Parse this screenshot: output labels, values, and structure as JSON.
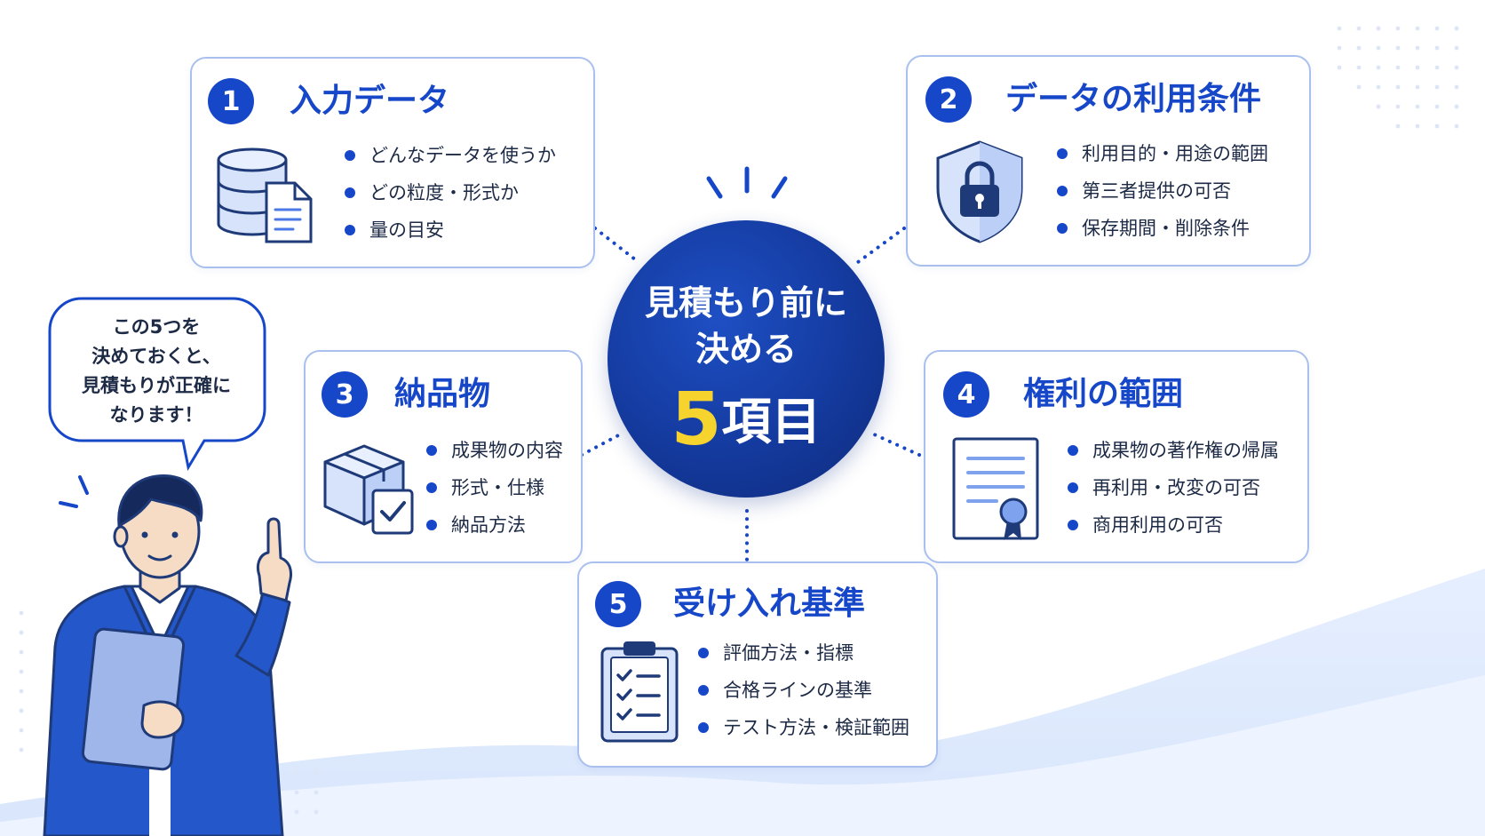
{
  "hub": {
    "line1": "見積もり前に",
    "line2": "決める",
    "count": "5",
    "suffix": "項目"
  },
  "speech_bubble": {
    "lines": [
      "この5つを",
      "決めておくと、",
      "見積もりが正確に",
      "なります！"
    ]
  },
  "cards": [
    {
      "number": "1",
      "title": "入力データ",
      "icon": "database-document-icon",
      "bullets": [
        "どんなデータを使うか",
        "どの粒度・形式か",
        "量の目安"
      ]
    },
    {
      "number": "2",
      "title": "データの利用条件",
      "icon": "shield-lock-icon",
      "bullets": [
        "利用目的・用途の範囲",
        "第三者提供の可否",
        "保存期間・削除条件"
      ]
    },
    {
      "number": "3",
      "title": "納品物",
      "icon": "box-check-icon",
      "bullets": [
        "成果物の内容",
        "形式・仕様",
        "納品方法"
      ]
    },
    {
      "number": "4",
      "title": "権利の範囲",
      "icon": "certificate-icon",
      "bullets": [
        "成果物の著作権の帰属",
        "再利用・改変の可否",
        "商用利用の可否"
      ]
    },
    {
      "number": "5",
      "title": "受け入れ基準",
      "icon": "clipboard-checklist-icon",
      "bullets": [
        "評価方法・指標",
        "合格ラインの基準",
        "テスト方法・検証範囲"
      ]
    }
  ],
  "colors": {
    "accent": "#1747c9",
    "hub_dark": "#0e2a7a",
    "highlight": "#f7d32e",
    "card_border": "#a9c0ef",
    "text": "#1d2a45"
  }
}
